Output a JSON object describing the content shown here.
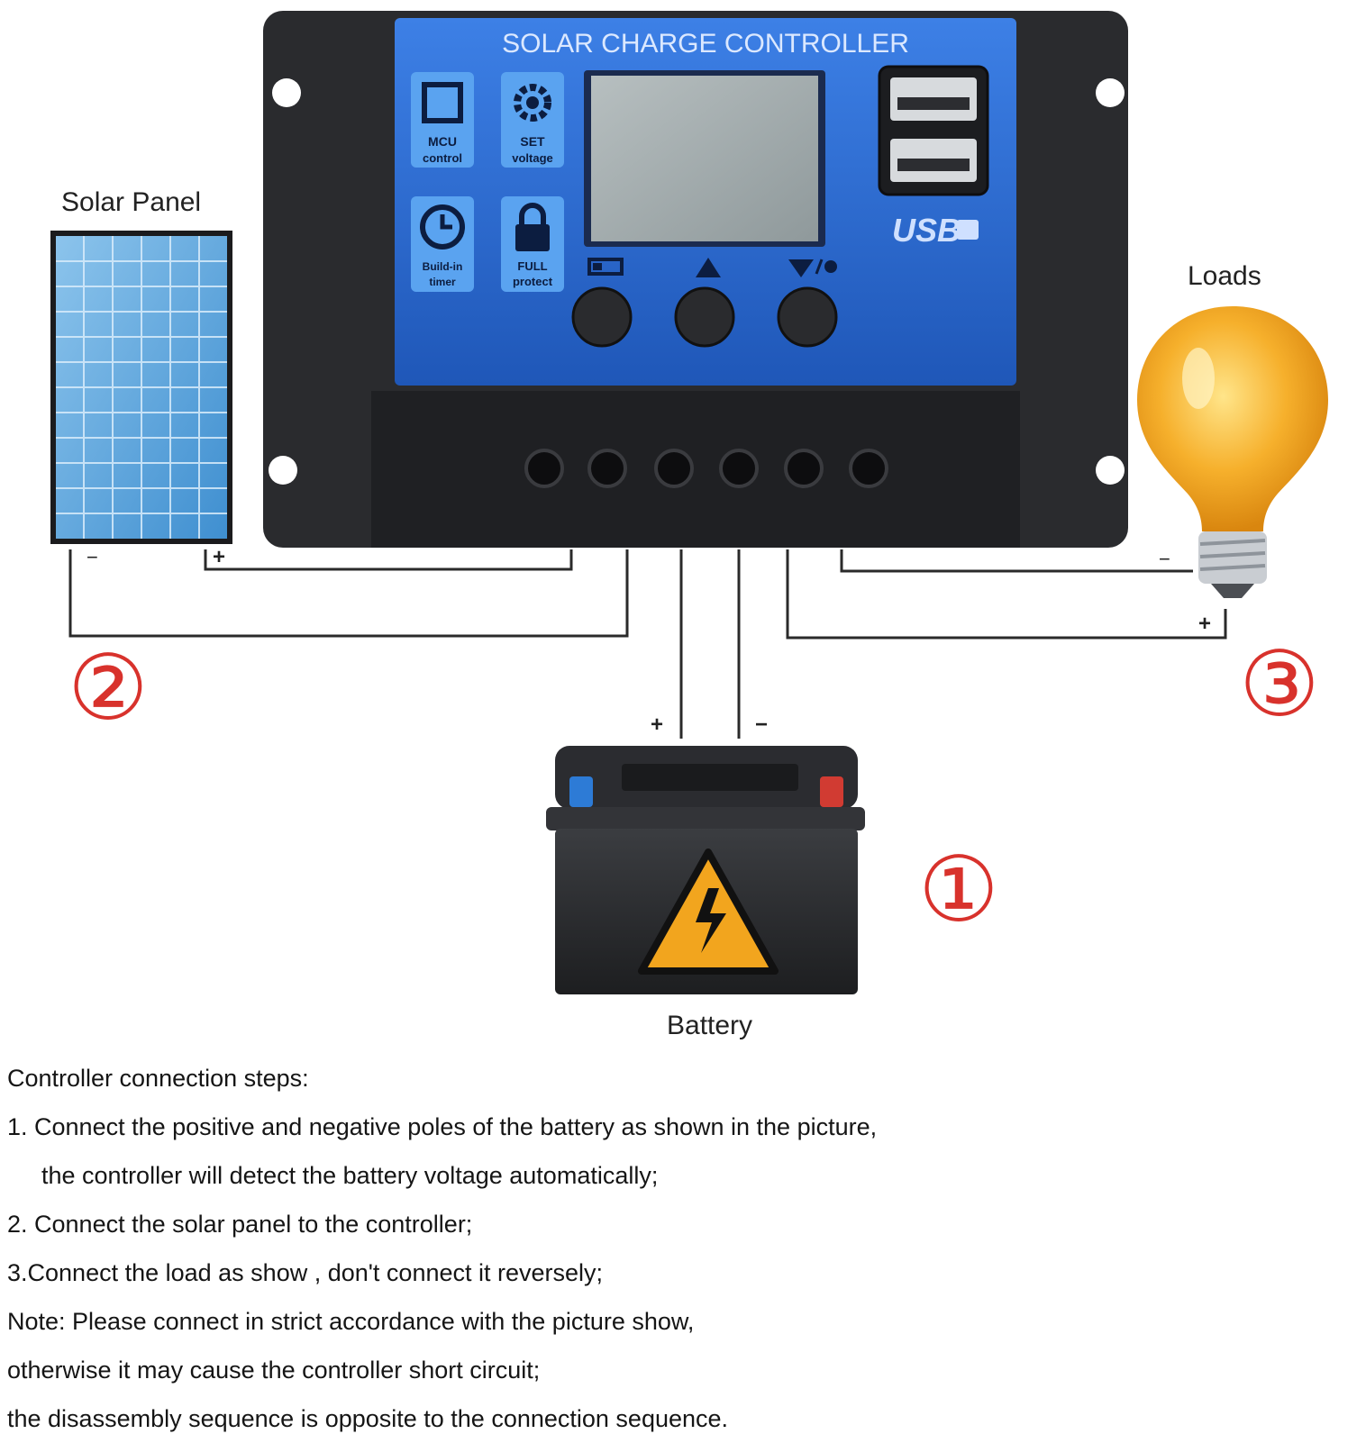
{
  "controller": {
    "title": "SOLAR CHARGE CONTROLLER",
    "features": [
      {
        "label1": "MCU",
        "label2": "control",
        "icon": "chip-icon"
      },
      {
        "label1": "SET",
        "label2": "voltage",
        "icon": "gear-icon"
      },
      {
        "label1": "Build-in",
        "label2": "timer",
        "icon": "clock-icon"
      },
      {
        "label1": "FULL",
        "label2": "protect",
        "icon": "lock-icon"
      }
    ],
    "usb_label": "USB",
    "button_icons": [
      "menu-icon",
      "up-arrow-icon",
      "down-arrow-icon"
    ]
  },
  "labels": {
    "solar_panel": "Solar Panel",
    "loads": "Loads",
    "battery": "Battery",
    "plus": "+",
    "minus": "−"
  },
  "step_badges": [
    "①",
    "②",
    "③"
  ],
  "colors": {
    "controller_blue": "#2f6fd6",
    "controller_body": "#2a2b2e",
    "badge_red": "#d8322c",
    "bulb_orange": "#f5a623"
  },
  "instructions": {
    "heading": "Controller connection steps:",
    "lines": [
      "1. Connect the positive and negative poles of the battery as shown in the picture,",
      "the controller will detect the battery voltage automatically;",
      "2. Connect the solar panel to the controller;",
      "3.Connect the load as show , don't connect it reversely;",
      "Note: Please connect in strict accordance with the picture show,",
      "otherwise it may cause the controller short circuit;",
      "the disassembly sequence is opposite to the connection sequence."
    ]
  }
}
